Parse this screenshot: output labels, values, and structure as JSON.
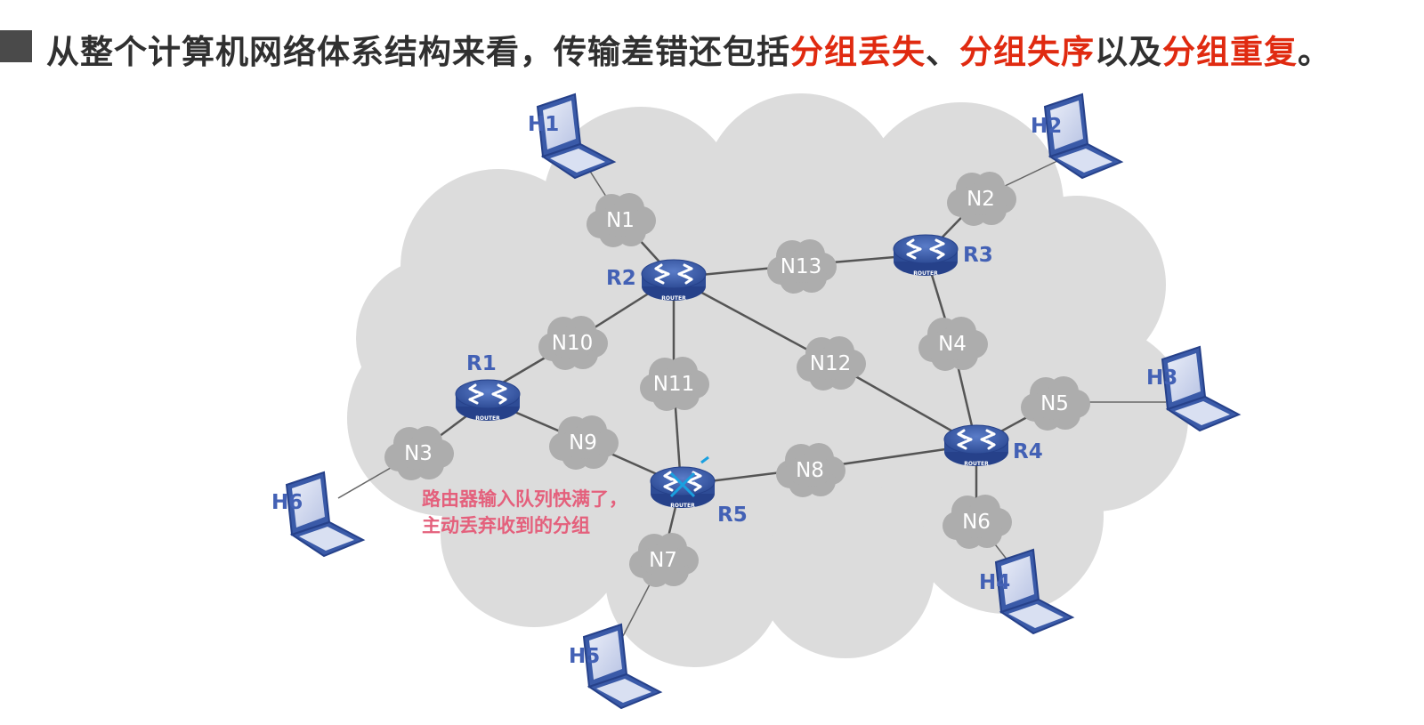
{
  "title": {
    "part1": "从整个计算机网络体系结构来看，传输差错还包括",
    "hl1": "分组丢失",
    "sep1": "、",
    "hl2": "分组失序",
    "part2": "以及",
    "hl3": "分组重复",
    "end": "。"
  },
  "colors": {
    "highlight": "#e02a10",
    "title_text": "#303030",
    "device_label": "#4361b5",
    "cloud": "#b8b8b8",
    "router": "#3a5aa8",
    "note": "#e4607c"
  },
  "labels": {
    "hosts": [
      "H1",
      "H2",
      "H3",
      "H4",
      "H5",
      "H6"
    ],
    "routers": [
      "R1",
      "R2",
      "R3",
      "R4",
      "R5"
    ],
    "networks": [
      "N1",
      "N2",
      "N3",
      "N4",
      "N5",
      "N6",
      "N7",
      "N8",
      "N9",
      "N10",
      "N11",
      "N12",
      "N13"
    ],
    "router_caption": "ROUTER"
  },
  "note": {
    "line1": "路由器输入队列快满了，",
    "line2": "主动丢弃收到的分组"
  }
}
